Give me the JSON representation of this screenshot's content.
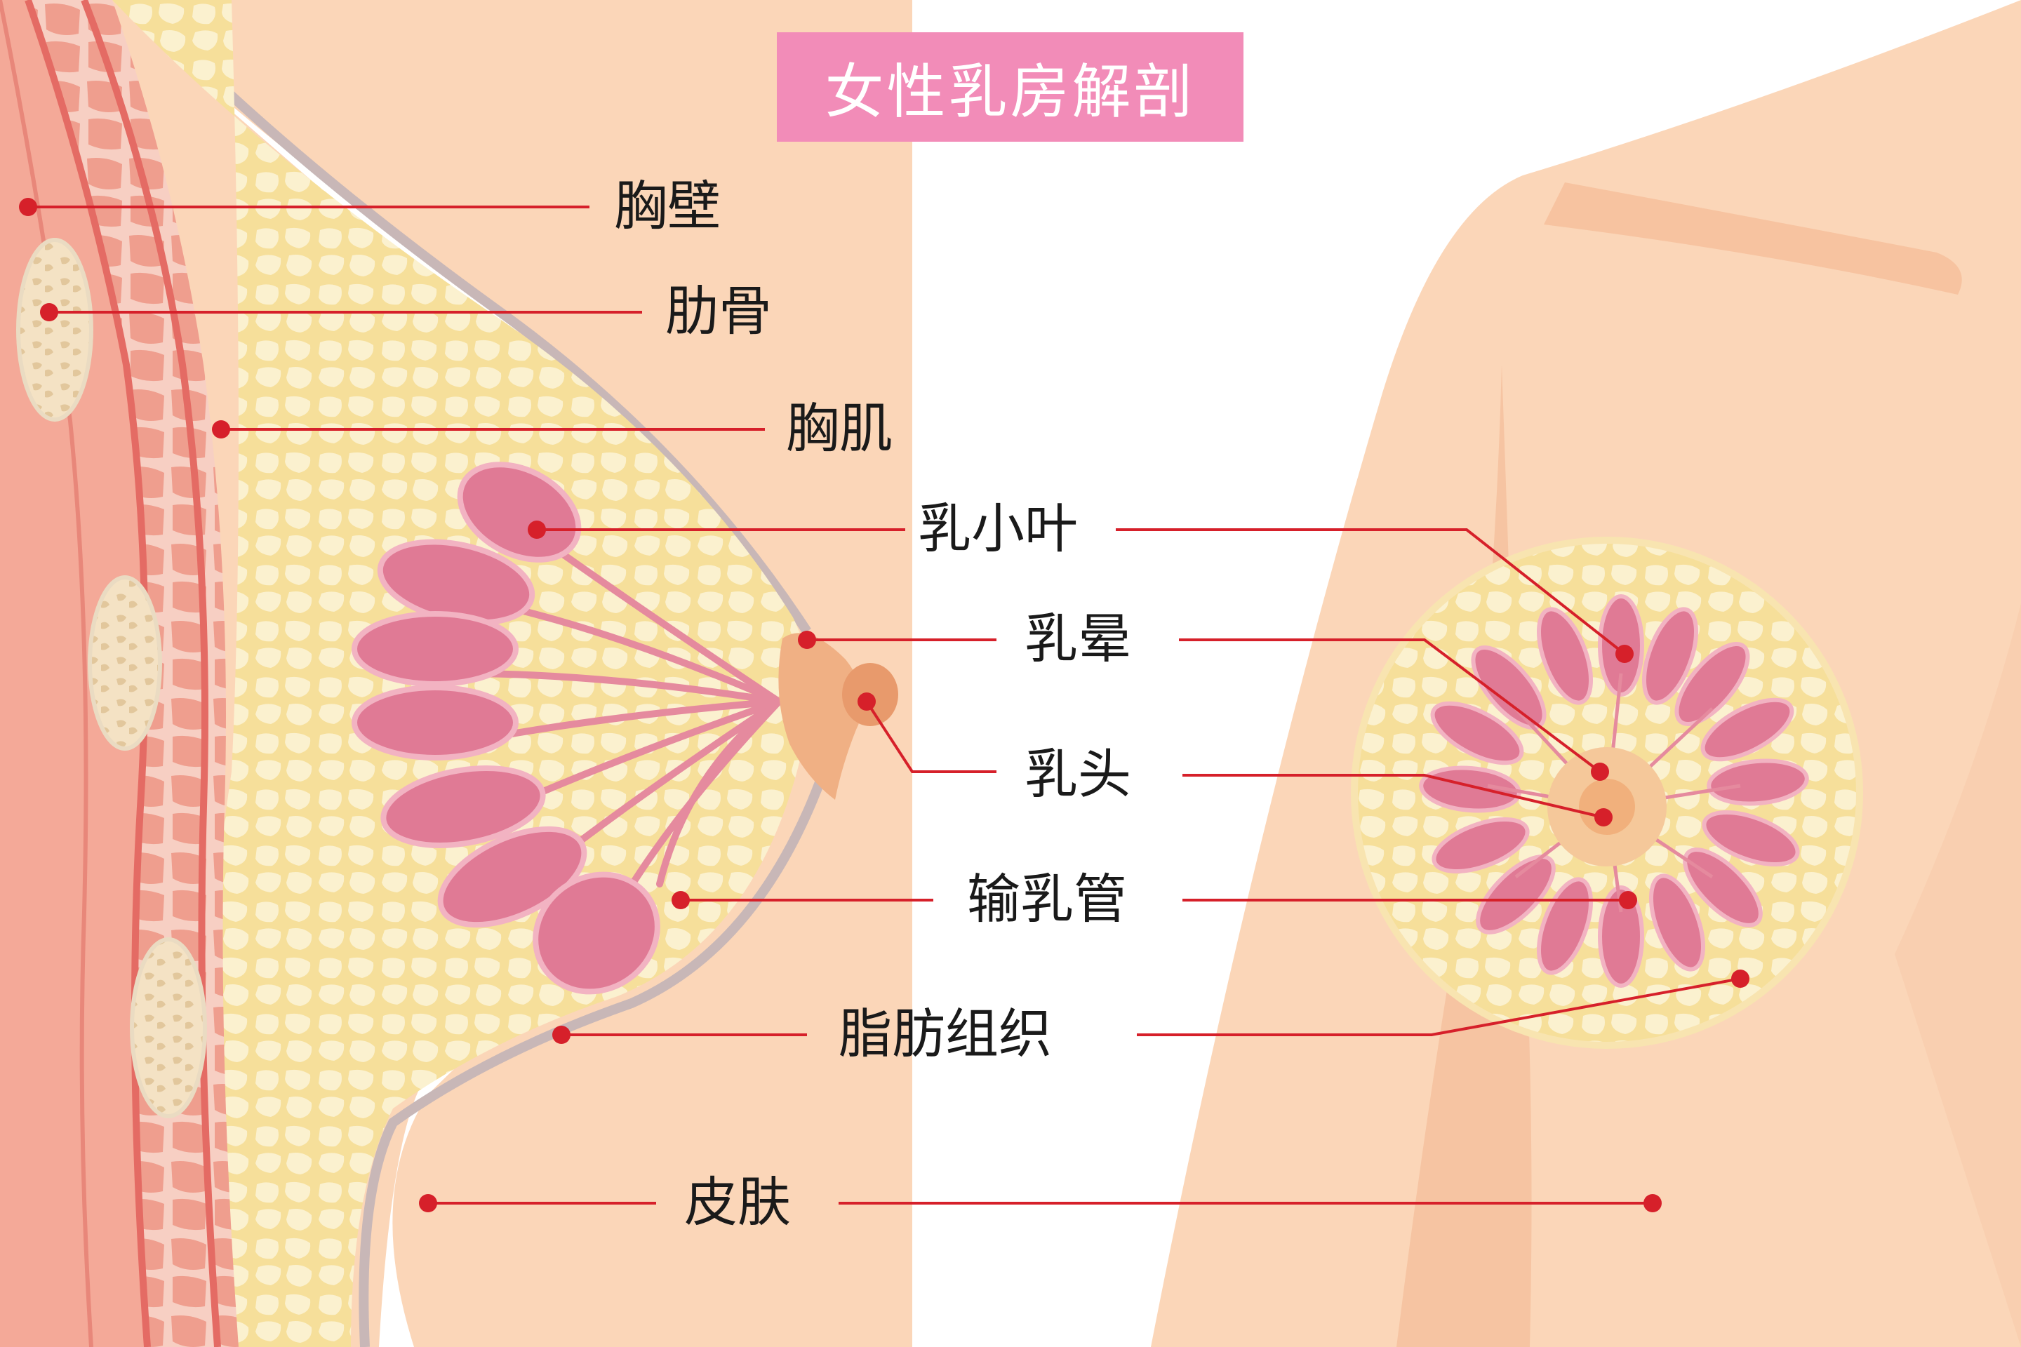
{
  "title": "女性乳房解剖",
  "colors": {
    "title_bg": "#f28cb8",
    "leader": "#d6202a",
    "skin": "#fbd6b8",
    "muscle": "#ee9b8a",
    "fat": "#f7e3a6",
    "lobule": "#e07a95",
    "areola": "#f0b084"
  },
  "labels": {
    "chest_wall": "胸壁",
    "ribs": "肋骨",
    "pectoral_muscle": "胸肌",
    "lobule": "乳小叶",
    "areola": "乳晕",
    "nipple": "乳头",
    "milk_duct": "输乳管",
    "fat_tissue": "脂肪组织",
    "skin": "皮肤"
  }
}
